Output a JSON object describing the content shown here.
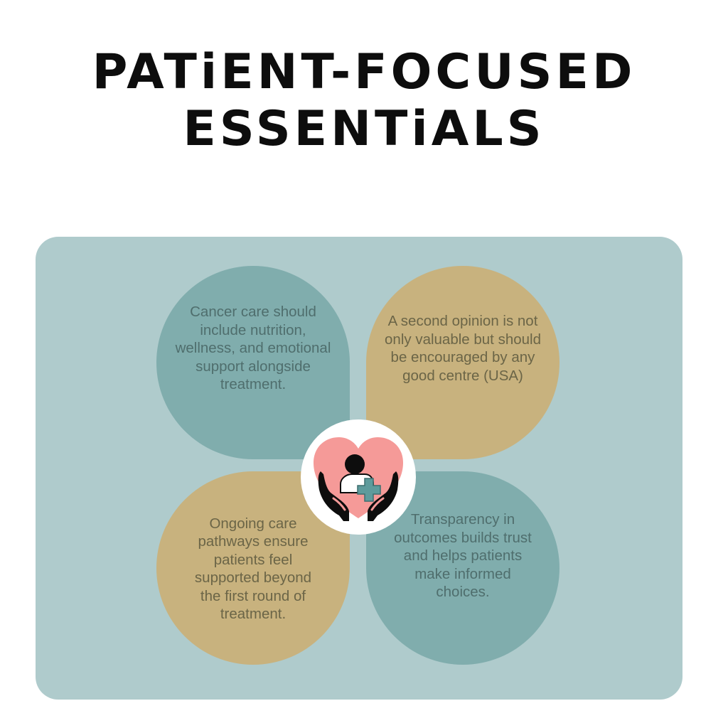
{
  "title": {
    "line1": "PATiENT-FOCUSED",
    "line2": "ESSENTiALS"
  },
  "colors": {
    "panel": "#afcbcc",
    "teal_petal": "#80adad",
    "tan_petal": "#c8b27e",
    "heart": "#f59a98",
    "cross": "#5e9b9c"
  },
  "petals": [
    {
      "position": "top-left",
      "color": "teal",
      "text": "Cancer care should include nutrition, wellness, and emotional support alongside treatment."
    },
    {
      "position": "top-right",
      "color": "tan",
      "text": "A second opinion is not only valuable but should be encouraged by any good centre (USA)"
    },
    {
      "position": "bottom-left",
      "color": "tan",
      "text": "Ongoing care pathways ensure patients feel supported beyond the first round of treatment."
    },
    {
      "position": "bottom-right",
      "color": "teal",
      "text": "Transparency in outcomes builds trust and helps patients make informed choices."
    }
  ],
  "center_icon": "patient-care-heart-hands-icon"
}
